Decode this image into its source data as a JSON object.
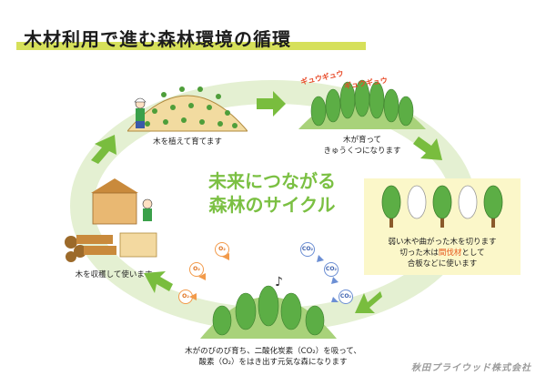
{
  "title": "木材利用で進む森林環境の循環",
  "center_text": {
    "line1": "未来につながる",
    "line2": "森林のサイクル"
  },
  "steps": {
    "plant": {
      "caption": "木を植えて育てます"
    },
    "grow": {
      "caption_line1": "木が育って",
      "caption_line2": "きゅうくつになります",
      "sfx1": "ギュウギュウ",
      "sfx2": "ギュウギュウ"
    },
    "thin": {
      "line1": "弱い木や曲がった木を切ります",
      "line2_pre": "切った木は",
      "line2_highlight": "間伐材",
      "line2_post": "として",
      "line3": "合板などに使います"
    },
    "forest": {
      "caption_line1": "木がのびのび育ち、二酸化炭素（CO₂）を吸って、",
      "caption_line2": "酸素（O₂）をはき出す元気な森になります"
    },
    "harvest": {
      "caption": "木を収穫して使います"
    }
  },
  "gas_labels": {
    "co2": "CO₂",
    "o2": "O₂"
  },
  "company": "秋田プライウッド株式会社",
  "colors": {
    "arrow": "#79bd3e",
    "title_bar": "#d6e05a",
    "panel_bg": "#fbf7c9",
    "highlight": "#e7591d",
    "center_text": "#7bc043"
  }
}
